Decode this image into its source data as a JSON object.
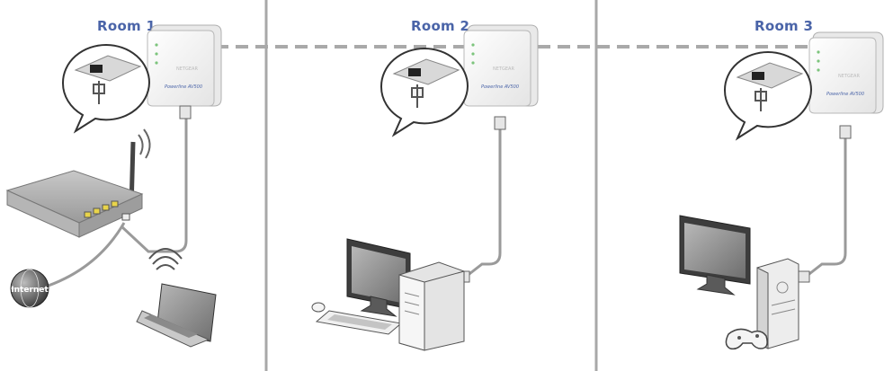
{
  "rooms": [
    {
      "label": "Room 1"
    },
    {
      "label": "Room 2"
    },
    {
      "label": "Room 3"
    }
  ],
  "adapter": {
    "brand_text": "Powerline AV500",
    "logo_text": "NETGEAR"
  },
  "globe": {
    "label": "Internet"
  },
  "colors": {
    "room_label": "#4a64a8",
    "divider": "#a8a8a8",
    "powerline_dash": "#a9a9a9",
    "ethernet_port": "#e8d44a"
  }
}
